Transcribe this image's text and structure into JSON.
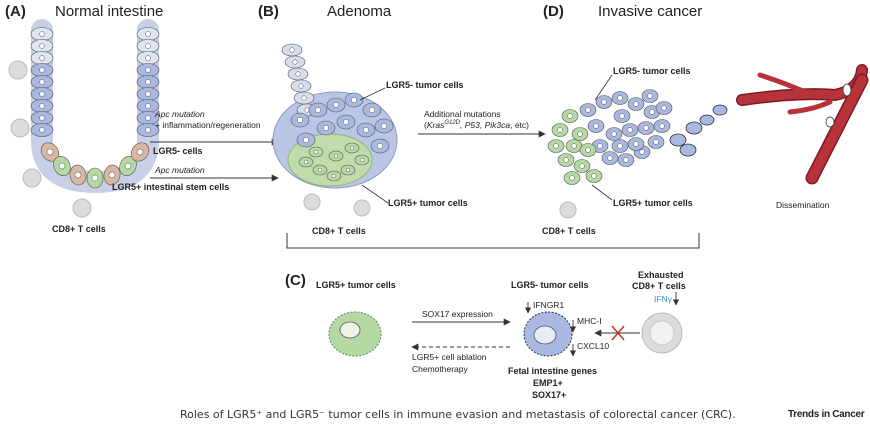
{
  "panels": {
    "a": {
      "letter": "(A)",
      "title": "Normal intestine"
    },
    "b": {
      "letter": "(B)",
      "title": "Adenoma"
    },
    "c": {
      "letter": "(C)"
    },
    "d": {
      "letter": "(D)",
      "title": "Invasive cancer"
    }
  },
  "labels": {
    "lgr5_neg_cells": "LGR5- cells",
    "lgr5_pos_stem": "LGR5+  intestinal stem cells",
    "cd8_a": "CD8+ T cells",
    "lgr5_neg_tumor_b": "LGR5- tumor cells",
    "lgr5_pos_tumor_b": "LGR5+ tumor cells",
    "cd8_b": "CD8+ T cells",
    "lgr5_neg_tumor_d": "LGR5- tumor cells",
    "lgr5_pos_tumor_d": "LGR5+ tumor cells",
    "cd8_d": "CD8+ T cells",
    "dissemination": "Dissemination"
  },
  "arrows": {
    "a_to_b_upper_line1": "Apc mutation",
    "a_to_b_upper_line2": "+ inflammation/regeneration",
    "a_to_b_lower": "Apc mutation",
    "b_to_d_line1": "Additional mutations",
    "b_to_d_line2_a": "Kras",
    "b_to_d_line2_sup": "G12D",
    "b_to_d_line2_b": ", P53, Pik3ca",
    "b_to_d_line2_c": ", etc)"
  },
  "panel_c": {
    "lgr5_pos_tumor": "LGR5+ tumor cells",
    "lgr5_neg_tumor": "LGR5- tumor cells",
    "exhausted_line1": "Exhausted",
    "exhausted_line2": "CD8+ T cells",
    "ifng": "IFNγ",
    "sox17_expression": "SOX17 expression",
    "ifngr1": "IFNGR1",
    "mhc1": "MHC-I",
    "cxcl10": "CXCL10",
    "ablation": "LGR5+ cell ablation",
    "chemotherapy": "Chemotherapy",
    "fetal_genes": "Fetal intestine genes",
    "emp1": "EMP1+",
    "sox17": "SOX17+"
  },
  "caption": "Roles of LGR5⁺ and LGR5⁻ tumor cells in immune evasion and metastasis of colorectal cancer (CRC).",
  "brand": "Trends in Cancer",
  "colors": {
    "lgr5_neg": "#a9b8e0",
    "lgr5_pos": "#b5d9a3",
    "stem_cell": "#d8b8a2",
    "t_cell": "#d9d9d9",
    "vessel": "#b8323a",
    "ifng_text": "#3a8fc6",
    "block_x": "#c0392b"
  }
}
